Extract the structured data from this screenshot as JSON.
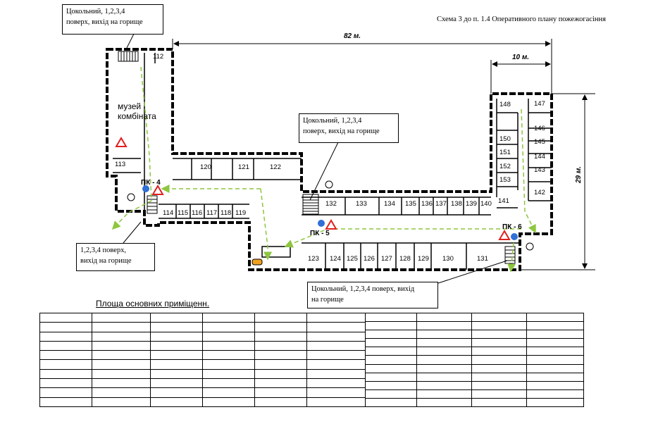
{
  "header": {
    "scheme_note": "Схема 3 до п. 1.4 Оперативного плану пожежогасіння"
  },
  "dimensions": {
    "length": "82 м.",
    "wing_width": "10 м.",
    "height": "29 м."
  },
  "callouts": {
    "top_left": [
      "Цокольний, 1,2,3,4",
      "поверх, вихід на горище"
    ],
    "middle": [
      "Цокольний, 1,2,3,4",
      "поверх, вихід на горище"
    ],
    "bottom_left": [
      "1,2,3,4 поверх,",
      "вихід на горище"
    ],
    "bottom_right": [
      "Цокольний, 1,2,3,4 поверх, вихід",
      "на горище"
    ]
  },
  "museum": [
    "музей",
    "комбіната"
  ],
  "hydrants": {
    "pk4": "ПК - 4",
    "pk5": "ПК - 5",
    "pk6": "ПК - 6"
  },
  "rooms": [
    "112",
    "113",
    "114",
    "115",
    "116",
    "117",
    "118",
    "119",
    "120",
    "121",
    "122",
    "123",
    "124",
    "125",
    "126",
    "127",
    "128",
    "129",
    "130",
    "131",
    "132",
    "133",
    "134",
    "135",
    "136",
    "137",
    "138",
    "139",
    "140",
    "141",
    "142",
    "143",
    "144",
    "145",
    "146",
    "147",
    "148",
    "150",
    "151",
    "152",
    "153"
  ],
  "table": {
    "title": "Площа основних приміщенн."
  },
  "colors": {
    "wall": "#000000",
    "route": "#8dc63f",
    "sign": "#e02020",
    "hydrant": "#2f6fd6"
  }
}
